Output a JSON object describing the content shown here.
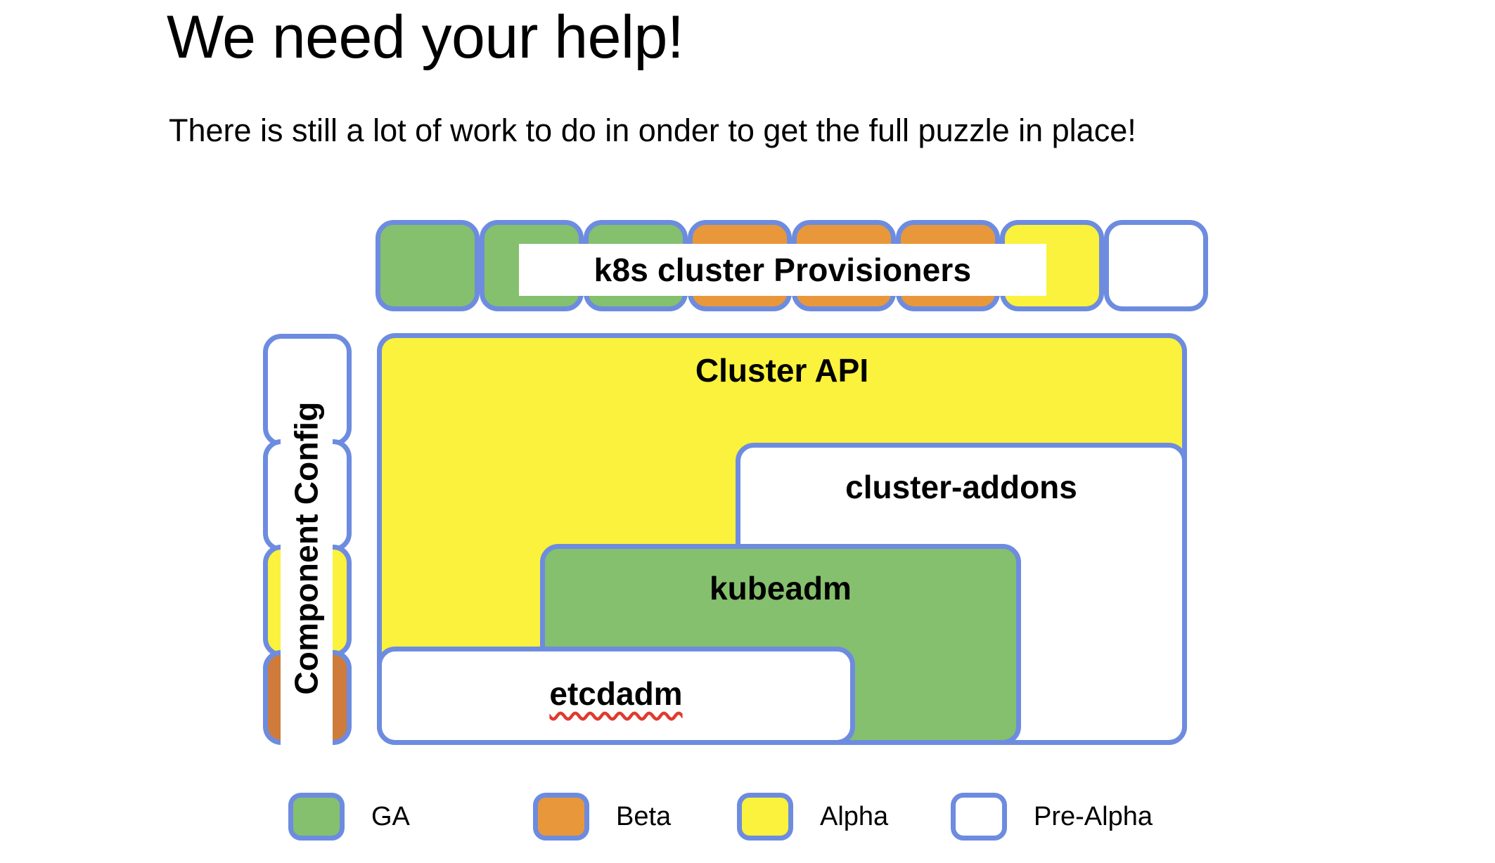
{
  "slide": {
    "title": "We need your help!",
    "subtitle": "There is still a lot of work to do in onder to get the full puzzle in place!"
  },
  "colors": {
    "ga": "#85c06e",
    "beta": "#e8983a",
    "beta_dark": "#ce7b3c",
    "alpha": "#faf23c",
    "pre_alpha": "#ffffff",
    "outline": "#6d8ce0",
    "spellcheck_underline": "#e03a2f",
    "background": "#ffffff",
    "text": "#000000"
  },
  "provisioners": {
    "label": "k8s cluster Provisioners",
    "blocks": [
      {
        "index": 1,
        "maturity": "GA",
        "color": "#85c06e"
      },
      {
        "index": 2,
        "maturity": "GA",
        "color": "#85c06e"
      },
      {
        "index": 3,
        "maturity": "GA",
        "color": "#85c06e"
      },
      {
        "index": 4,
        "maturity": "Beta",
        "color": "#e8983a"
      },
      {
        "index": 5,
        "maturity": "Beta",
        "color": "#e8983a"
      },
      {
        "index": 6,
        "maturity": "Beta",
        "color": "#e8983a"
      },
      {
        "index": 7,
        "maturity": "Alpha",
        "color": "#faf23c"
      },
      {
        "index": 8,
        "maturity": "Pre-Alpha",
        "color": "#ffffff"
      }
    ]
  },
  "component_config": {
    "label": "Component Config",
    "blocks": [
      {
        "index": 1,
        "maturity": "Pre-Alpha",
        "color": "#ffffff"
      },
      {
        "index": 2,
        "maturity": "Pre-Alpha",
        "color": "#ffffff"
      },
      {
        "index": 3,
        "maturity": "Alpha",
        "color": "#faf23c"
      },
      {
        "index": 4,
        "maturity": "Beta",
        "color": "#ce7b3c"
      }
    ]
  },
  "puzzle": {
    "blocks": [
      {
        "id": "cluster-api",
        "label": "Cluster API",
        "maturity": "Alpha",
        "color": "#faf23c"
      },
      {
        "id": "cluster-addons",
        "label": "cluster-addons",
        "maturity": "Pre-Alpha",
        "color": "#ffffff"
      },
      {
        "id": "kubeadm",
        "label": "kubeadm",
        "maturity": "GA",
        "color": "#85c06e"
      },
      {
        "id": "etcdadm",
        "label": "etcdadm",
        "maturity": "Pre-Alpha",
        "color": "#ffffff",
        "spellcheck_flagged": true
      }
    ]
  },
  "legend": {
    "items": [
      {
        "label": "GA",
        "color": "#85c06e"
      },
      {
        "label": "Beta",
        "color": "#e8983a"
      },
      {
        "label": "Alpha",
        "color": "#faf23c"
      },
      {
        "label": "Pre-Alpha",
        "color": "#ffffff"
      }
    ]
  }
}
